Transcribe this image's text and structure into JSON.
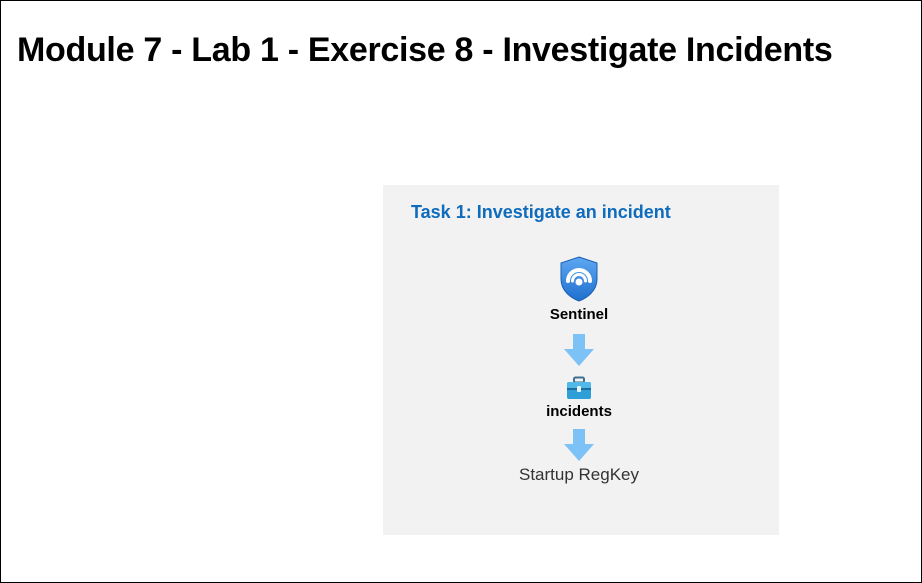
{
  "page": {
    "title": "Module 7 - Lab 1 - Exercise 8 - Investigate Incidents"
  },
  "task": {
    "title": "Task 1: Investigate an incident",
    "steps": [
      {
        "label": "Sentinel",
        "icon": "sentinel-shield-icon"
      },
      {
        "label": "incidents",
        "icon": "toolbox-icon"
      },
      {
        "label": "Startup RegKey"
      }
    ],
    "connector_icon": "arrow-down-icon"
  },
  "colors": {
    "task_title": "#0f6cbd",
    "panel_background": "#f2f2f2",
    "arrow": "#7cc2f7",
    "shield": "#3a8fe0"
  }
}
